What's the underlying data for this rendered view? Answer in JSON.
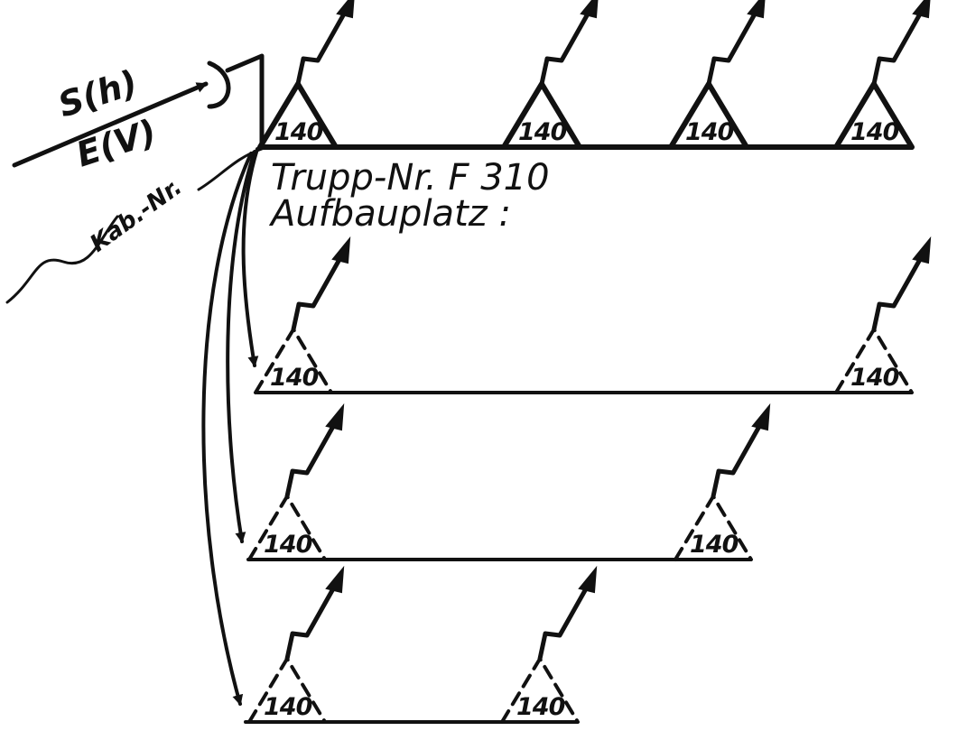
{
  "diagram": {
    "feed_top": "S(h)",
    "feed_bottom": "E(V)",
    "cable_label": "Kab.-Nr.",
    "troop_label": "Trupp-Nr. F 310",
    "site_label": "Aufbauplatz :",
    "station_number": "140"
  },
  "stations": [
    {
      "row": 1,
      "index": 1,
      "label": "140",
      "style": "solid"
    },
    {
      "row": 1,
      "index": 2,
      "label": "140",
      "style": "solid"
    },
    {
      "row": 1,
      "index": 3,
      "label": "140",
      "style": "solid"
    },
    {
      "row": 1,
      "index": 4,
      "label": "140",
      "style": "solid"
    },
    {
      "row": 2,
      "index": 1,
      "label": "140",
      "style": "dashed"
    },
    {
      "row": 2,
      "index": 2,
      "label": "140",
      "style": "dashed"
    },
    {
      "row": 3,
      "index": 1,
      "label": "140",
      "style": "dashed"
    },
    {
      "row": 3,
      "index": 2,
      "label": "140",
      "style": "dashed"
    },
    {
      "row": 4,
      "index": 1,
      "label": "140",
      "style": "dashed"
    },
    {
      "row": 4,
      "index": 2,
      "label": "140",
      "style": "dashed"
    }
  ],
  "colors": {
    "ink": "#111111",
    "background": "#ffffff"
  }
}
